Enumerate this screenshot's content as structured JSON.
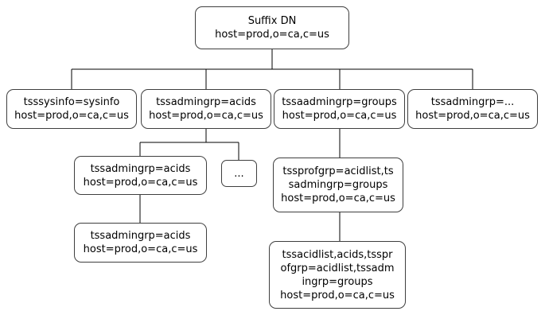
{
  "diagram": {
    "kind": "directory-tree",
    "colors": {
      "background": "#ffffff",
      "box_border": "#3f3f3f",
      "connector_line": "#000000",
      "text": "#000000"
    },
    "nodes": {
      "root": {
        "lines": [
          "Suffix DN",
          "host=prod,o=ca,c=us"
        ]
      },
      "sysinfo": {
        "lines": [
          "tsssysinfo=sysinfo",
          "host=prod,o=ca,c=us"
        ]
      },
      "admingrp_acids": {
        "lines": [
          "tssadmingrp=acids",
          "host=prod,o=ca,c=us"
        ]
      },
      "aadmingrp_groups": {
        "lines": [
          "tssaadmingrp=groups",
          "host=prod,o=ca,c=us"
        ]
      },
      "admingrp_more": {
        "lines": [
          "tssadmingrp=...",
          "host=prod,o=ca,c=us"
        ]
      },
      "admingrp_acids_child": {
        "lines": [
          "tssadmingrp=acids",
          "host=prod,o=ca,c=us"
        ]
      },
      "ellipsis": {
        "lines": [
          "..."
        ]
      },
      "profgrp": {
        "lines": [
          "tssprofgrp=acidlist,ts",
          "sadmingrp=groups",
          "host=prod,o=ca,c=us"
        ]
      },
      "admingrp_acids_grandchild": {
        "lines": [
          "tssadmingrp=acids",
          "host=prod,o=ca,c=us"
        ]
      },
      "acidlist": {
        "lines": [
          "tssacidlist,acids,tsspr",
          "ofgrp=acidlist,tssadm",
          "ingrp=groups",
          "host=prod,o=ca,c=us"
        ]
      }
    },
    "edges": [
      {
        "from": "root",
        "to": "sysinfo"
      },
      {
        "from": "root",
        "to": "admingrp_acids"
      },
      {
        "from": "root",
        "to": "aadmingrp_groups"
      },
      {
        "from": "root",
        "to": "admingrp_more"
      },
      {
        "from": "admingrp_acids",
        "to": "admingrp_acids_child"
      },
      {
        "from": "admingrp_acids",
        "to": "ellipsis"
      },
      {
        "from": "admingrp_acids_child",
        "to": "admingrp_acids_grandchild"
      },
      {
        "from": "aadmingrp_groups",
        "to": "profgrp"
      },
      {
        "from": "profgrp",
        "to": "acidlist"
      }
    ]
  }
}
